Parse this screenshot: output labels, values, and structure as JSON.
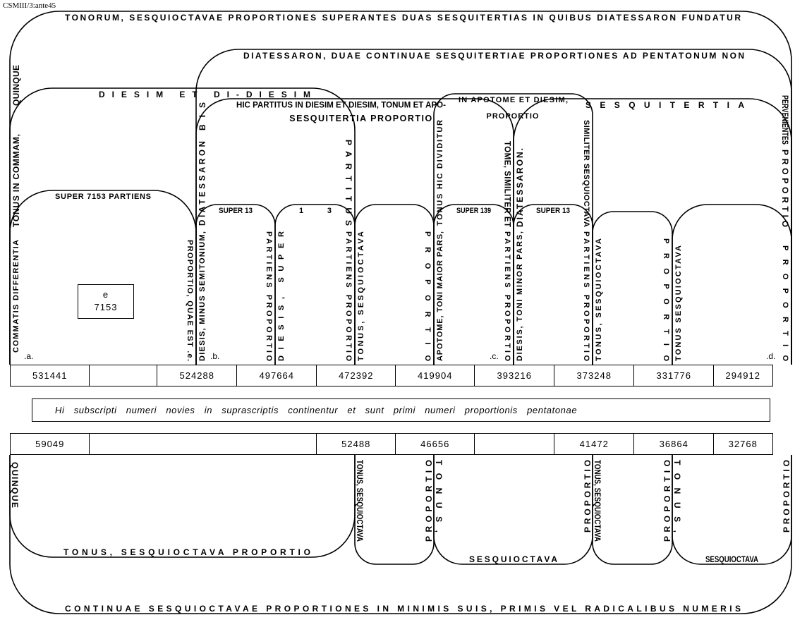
{
  "reference": "CSMIII/3:ante45",
  "upper_arches": {
    "outer": "QUINQUE TONORUM, SESQUIOCTAVAE PROPORTIONES SUPERANTES DUAS SESQUITERTIAS IN QUIBUS DIATESSARON FUNDATUR",
    "bis_diatessaron": "BIS DIATESSARON, DUAE CONTINUAE SESQUITERTIAE PROPORTIONES AD PENTATONUM NON PERVENIENTES",
    "comma": "TONUS IN COMMAM, DIESIM ET DI-DIESIM",
    "comma_end": "PARTITUS",
    "partitus": "DIATESSARON HIC PARTITUS IN DIESIM ET DIESIM, TONUM ET APO-",
    "partitus_end": "TOME, SIMILITER ET",
    "partitus_label": "SESQUITERTIA PROPORTIO",
    "tonus_dividitur": "TONUS HIC DIVIDITUR IN APOTOME ET DIESIM, SIMILITER SESQUIOCTAVA",
    "tonus_dividitur_label": "PROPORTIO",
    "sesquitertia": "DIATESSARON. SESQUITERTIA PROPORTIO"
  },
  "small_arches": [
    "COMMATIS DIFFERENTIA SUPER 7153 PARTIENS PROPORTIO, QUAE EST .e.",
    "DIESIS, MINUS SEMITONIUM, SUPER 13 PARTIENS PROPORTIO",
    "DIESIS, SUPER 13 PARTIENS PROPORTIO",
    "TONUS, SESQUIOCTAVA PROPORTIO",
    "APOTOME, TONI MAIOR PARS, SUPER 139 PARTIENS PROPORTIO",
    "DIESIS, TONI MINOR PARS, SUPER 13 PARTIENS PROPORTIO",
    "TONUS, SESQUIOCTAVA PROPORTIO",
    "TONUS SESQUIOCTAVA PROPORTIO"
  ],
  "point_labels": {
    "a": ".a.",
    "b": ".b.",
    "c": ".c.",
    "d": ".d."
  },
  "e_box": {
    "letter": "e",
    "value": "7153"
  },
  "upper_numbers": [
    "531441",
    "",
    "524288",
    "497664",
    "472392",
    "419904",
    "393216",
    "373248",
    "331776",
    "294912"
  ],
  "caption": "Hi subscripti numeri novies in suprascriptis continentur et sunt primi numeri proportionis pentatonae",
  "lower_numbers": [
    "59049",
    "",
    "52488",
    "46656",
    "",
    "41472",
    "36864",
    "32768"
  ],
  "lower_arches": [
    "TONUS, SESQUIOCTAVA PROPORTIO",
    "TONUS, SESQUIOCTAVA PROPORTIO",
    "TONUS, SESQUIOCTAVA PROPORTIO",
    "TONUS, SESQUIOCTAVA PROPORTIO",
    "TONUS, SESQUIOCTAVA PROPORTIO"
  ],
  "lower_outer": "QUINQUE CONTINUAE SESQUIOCTAVAE PROPORTIONES IN MINIMIS SUIS, PRIMIS VEL RADICALIBUS NUMERIS"
}
